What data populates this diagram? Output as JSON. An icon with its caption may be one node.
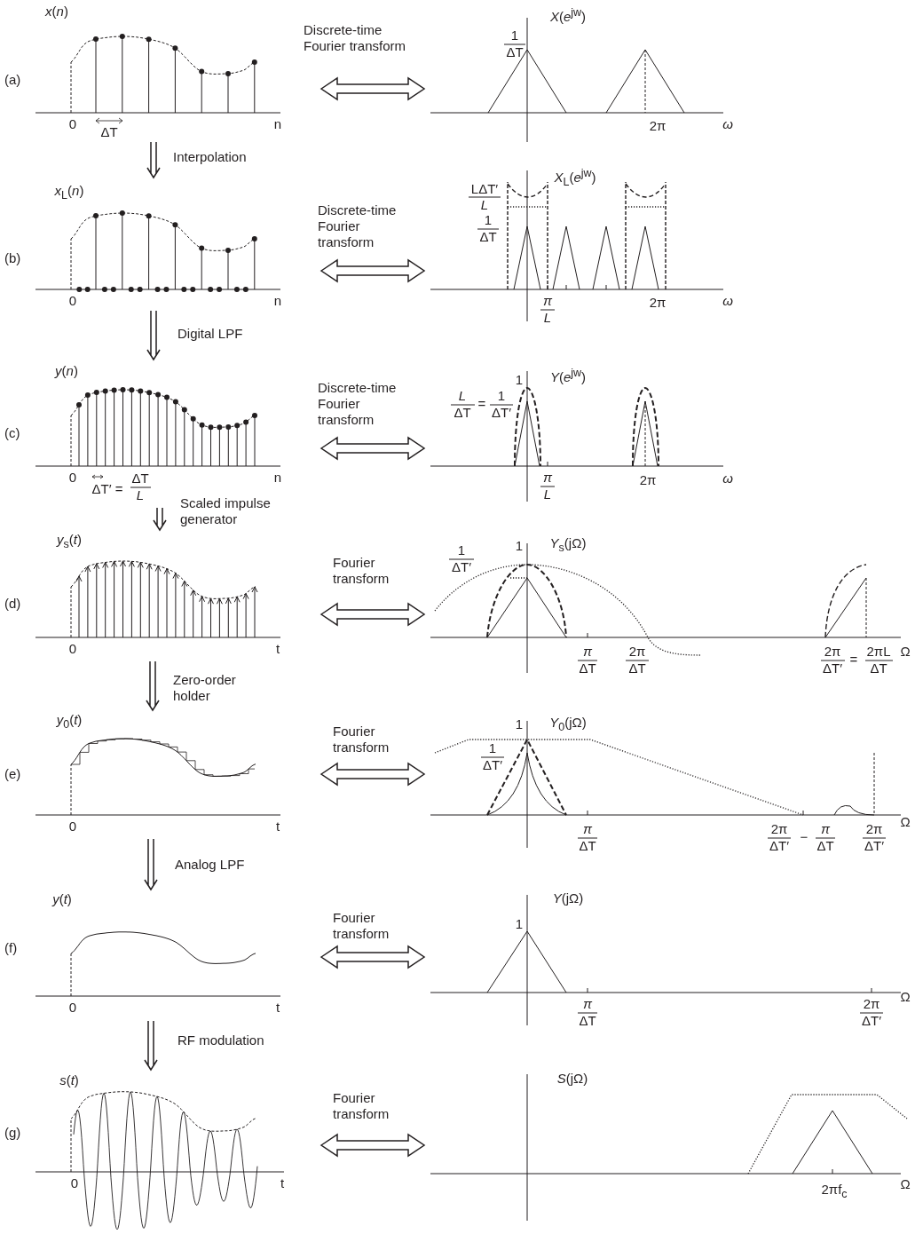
{
  "diagram": {
    "nodes": [
      {
        "text": [
          "*x*(*n*)",
          "0",
          "ΔT",
          "n"
        ]
      },
      {
        "text": [
          "*X*(*e*$^{jw}$)",
          "1",
          "ΔT",
          "2π",
          "ω"
        ]
      },
      {
        "text": [
          "*x*$_{L}$(*n*)",
          "0",
          "n"
        ]
      },
      {
        "text": [
          "*X*$_{L}$(*e*$^{jw}$)",
          "LΔT′",
          "L",
          "1",
          "ΔT",
          "π",
          "L",
          "2π",
          "ω"
        ]
      },
      {
        "text": [
          "*y*(*n*)",
          "0",
          "ΔT′ =",
          "ΔT",
          "L",
          "n"
        ]
      },
      {
        "text": [
          "1",
          "*Y*(*e*$^{jw}$)",
          "L",
          "ΔT",
          "=",
          "1",
          "ΔT′",
          "π",
          "L",
          "2π",
          "ω"
        ]
      },
      {
        "text": [
          "*y*$_{s}$(*t*)",
          "0",
          "t"
        ]
      },
      {
        "text": [
          "1",
          "*Y*$_{s}$(jΩ)",
          "1",
          "ΔT′",
          "π",
          "ΔT",
          "2π",
          "ΔT",
          "2π",
          "ΔT′",
          "=",
          "2πL",
          "ΔT",
          "Ω"
        ]
      },
      {
        "text": [
          "*y*$_{0}$(*t*)",
          "0",
          "t"
        ]
      },
      {
        "text": [
          "1",
          "*Y*$_{0}$(jΩ)",
          "1",
          "ΔT′",
          "π",
          "ΔT",
          "2π",
          "ΔT′",
          "−",
          "π",
          "ΔT",
          "2π",
          "ΔT′",
          "Ω"
        ]
      },
      {
        "text": [
          "*y*(*t*)",
          "0",
          "t"
        ]
      },
      {
        "text": [
          "*Y*(jΩ)",
          "1",
          "π",
          "ΔT",
          "2π",
          "ΔT′",
          "Ω"
        ]
      },
      {
        "text": [
          "*s*(*t*)",
          "0",
          "t"
        ]
      },
      {
        "text": [
          "*S*(jΩ)",
          "2πf$_{c}$",
          "Ω"
        ]
      }
    ],
    "edges": [
      {
        "from": 0,
        "to": 1,
        "arrow": "both",
        "label": "Discrete-time Fourier transform"
      },
      {
        "from": 0,
        "to": 2,
        "arrow": "to",
        "label": "Interpolation"
      },
      {
        "from": 2,
        "to": 3,
        "arrow": "both",
        "label": "Discrete-time Fourier transform"
      },
      {
        "from": 2,
        "to": 4,
        "arrow": "to",
        "label": "Digital LPF"
      },
      {
        "from": 4,
        "to": 5,
        "arrow": "both",
        "label": "Discrete-time Fourier transform"
      },
      {
        "from": 4,
        "to": 6,
        "arrow": "to",
        "label": "Scaled impulse generator"
      },
      {
        "from": 6,
        "to": 7,
        "arrow": "both",
        "label": "Fourier transform"
      },
      {
        "from": 6,
        "to": 8,
        "arrow": "to",
        "label": "Zero-order holder"
      },
      {
        "from": 8,
        "to": 9,
        "arrow": "both",
        "label": "Fourier transform"
      },
      {
        "from": 8,
        "to": 10,
        "arrow": "to",
        "label": "Analog LPF"
      },
      {
        "from": 10,
        "to": 11,
        "arrow": "both",
        "label": "Fourier transform"
      },
      {
        "from": 10,
        "to": 12,
        "arrow": "to",
        "label": "RF modulation"
      },
      {
        "from": 12,
        "to": 13,
        "arrow": "both",
        "label": "Fourier transform"
      }
    ],
    "labels": [
      "(a)",
      "(b)",
      "(c)",
      "(d)",
      "(e)",
      "(f)",
      "(g)"
    ]
  }
}
